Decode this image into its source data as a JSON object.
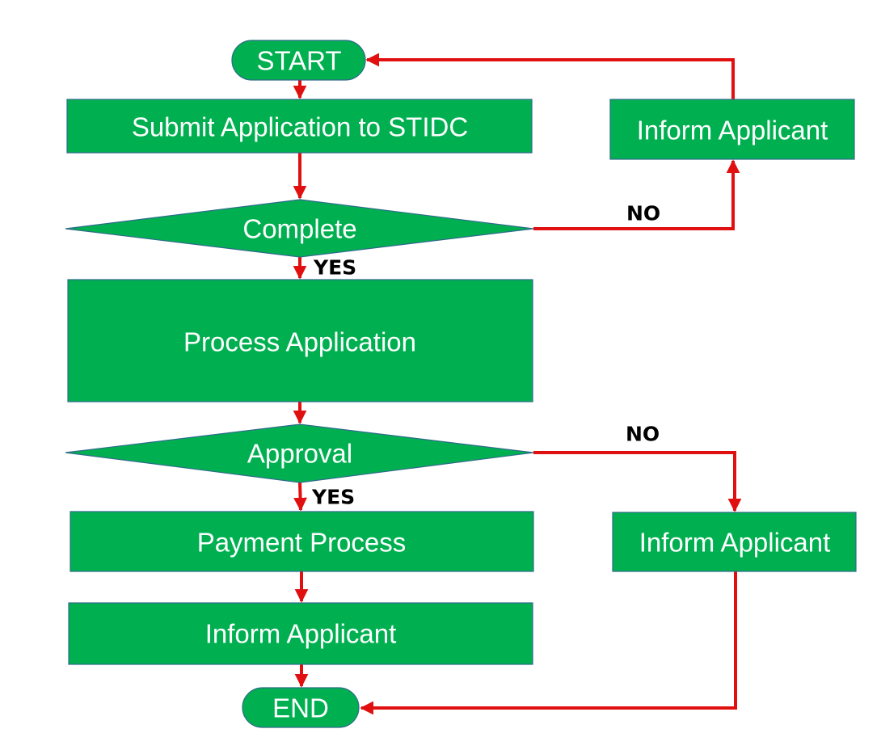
{
  "colors": {
    "node_fill": "#00B050",
    "node_border": "#2E6B8A",
    "connector": "#E01010",
    "node_text": "#FFFFFF",
    "edge_label_text": "#000000"
  },
  "nodes": {
    "start": "START",
    "submit": "Submit Application to STIDC",
    "inform_incomplete": "Inform Applicant",
    "complete": "Complete",
    "process": "Process Application",
    "approval": "Approval",
    "payment": "Payment Process",
    "inform_rejected": "Inform Applicant",
    "inform_final": "Inform Applicant",
    "end": "END"
  },
  "edge_labels": {
    "complete_no": "NO",
    "complete_yes": "YES",
    "approval_no": "NO",
    "approval_yes": "YES"
  }
}
